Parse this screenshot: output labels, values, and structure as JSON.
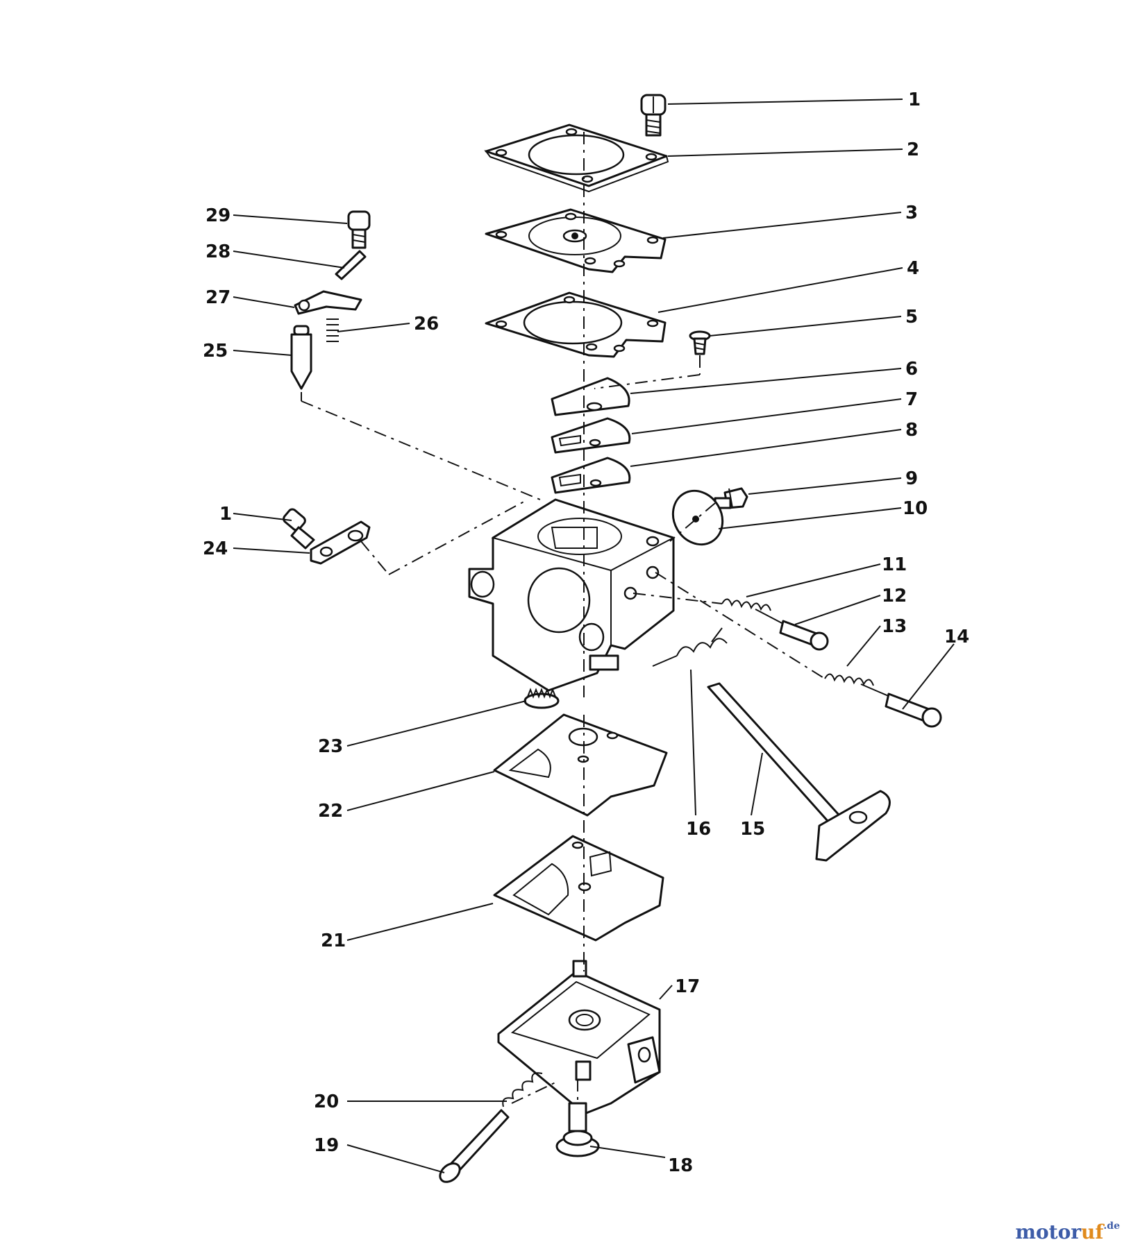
{
  "callouts": [
    {
      "id": "c1a",
      "text": "1"
    },
    {
      "id": "c2",
      "text": "2"
    },
    {
      "id": "c3",
      "text": "3"
    },
    {
      "id": "c4",
      "text": "4"
    },
    {
      "id": "c5",
      "text": "5"
    },
    {
      "id": "c6",
      "text": "6"
    },
    {
      "id": "c7",
      "text": "7"
    },
    {
      "id": "c8",
      "text": "8"
    },
    {
      "id": "c9",
      "text": "9"
    },
    {
      "id": "c10",
      "text": "10"
    },
    {
      "id": "c11",
      "text": "11"
    },
    {
      "id": "c12",
      "text": "12"
    },
    {
      "id": "c13",
      "text": "13"
    },
    {
      "id": "c14",
      "text": "14"
    },
    {
      "id": "c15",
      "text": "15"
    },
    {
      "id": "c16",
      "text": "16"
    },
    {
      "id": "c17",
      "text": "17"
    },
    {
      "id": "c18",
      "text": "18"
    },
    {
      "id": "c19",
      "text": "19"
    },
    {
      "id": "c20",
      "text": "20"
    },
    {
      "id": "c21",
      "text": "21"
    },
    {
      "id": "c22",
      "text": "22"
    },
    {
      "id": "c23",
      "text": "23"
    },
    {
      "id": "c24",
      "text": "24"
    },
    {
      "id": "c1b",
      "text": "1"
    },
    {
      "id": "c25",
      "text": "25"
    },
    {
      "id": "c26",
      "text": "26"
    },
    {
      "id": "c27",
      "text": "27"
    },
    {
      "id": "c28",
      "text": "28"
    },
    {
      "id": "c29",
      "text": "29"
    }
  ],
  "watermark": {
    "part1": "motor",
    "part2": "uf",
    "suffix": ".de"
  }
}
